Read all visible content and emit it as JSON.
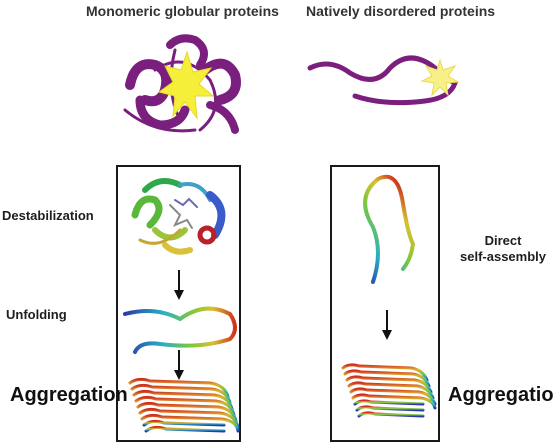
{
  "headers": {
    "left": "Monomeric globular proteins",
    "right": "Natively disordered proteins"
  },
  "left_panel": {
    "step1": "Destabilization",
    "step2": "Unfolding",
    "step3": "Aggregation"
  },
  "right_panel": {
    "step1_line1": "Direct",
    "step1_line2": "self-assembly",
    "step2": "Aggregation"
  },
  "colors": {
    "protein": "#7a1f7e",
    "highlight": "#f5ef3a",
    "panel_border": "#1a1a1a"
  }
}
